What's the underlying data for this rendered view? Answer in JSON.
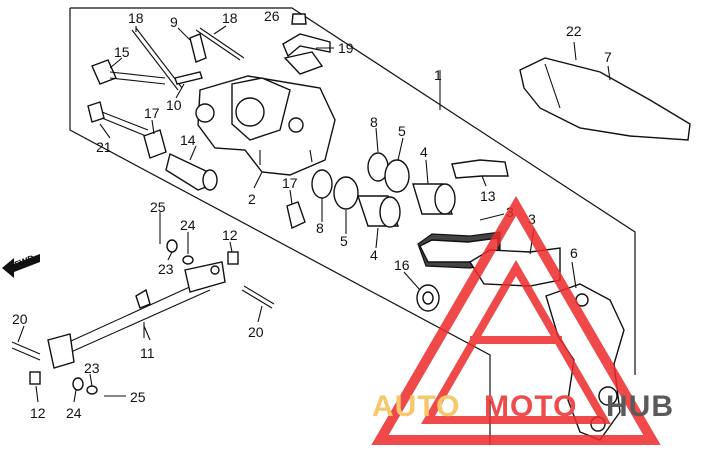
{
  "diagram": {
    "callouts": [
      "18",
      "9",
      "18",
      "26",
      "19",
      "22",
      "7",
      "15",
      "1",
      "10",
      "17",
      "14",
      "8",
      "5",
      "4",
      "21",
      "2",
      "17",
      "8",
      "5",
      "4",
      "13",
      "3",
      "3",
      "25",
      "24",
      "12",
      "16",
      "6",
      "23",
      "20",
      "11",
      "20",
      "23",
      "25",
      "12",
      "24"
    ],
    "fwd_label": "FWD"
  },
  "watermark": {
    "word_auto": "AUTO",
    "word_moto": "MOTO",
    "word_hub": "HUB",
    "color_auto": "#f6c86a",
    "color_moto": "#ef4b4b",
    "color_hub": "#5a5a5a",
    "logo_color": "#ee2a2a"
  }
}
